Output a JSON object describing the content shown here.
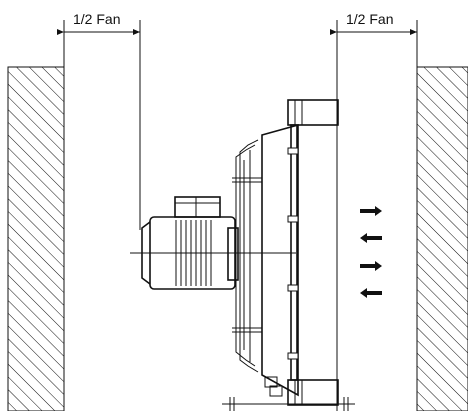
{
  "dimensions": {
    "left_label": "1/2 Fan",
    "right_label": "1/2 Fan"
  },
  "airflow": {
    "arrows": [
      "right",
      "left",
      "right",
      "left"
    ]
  }
}
